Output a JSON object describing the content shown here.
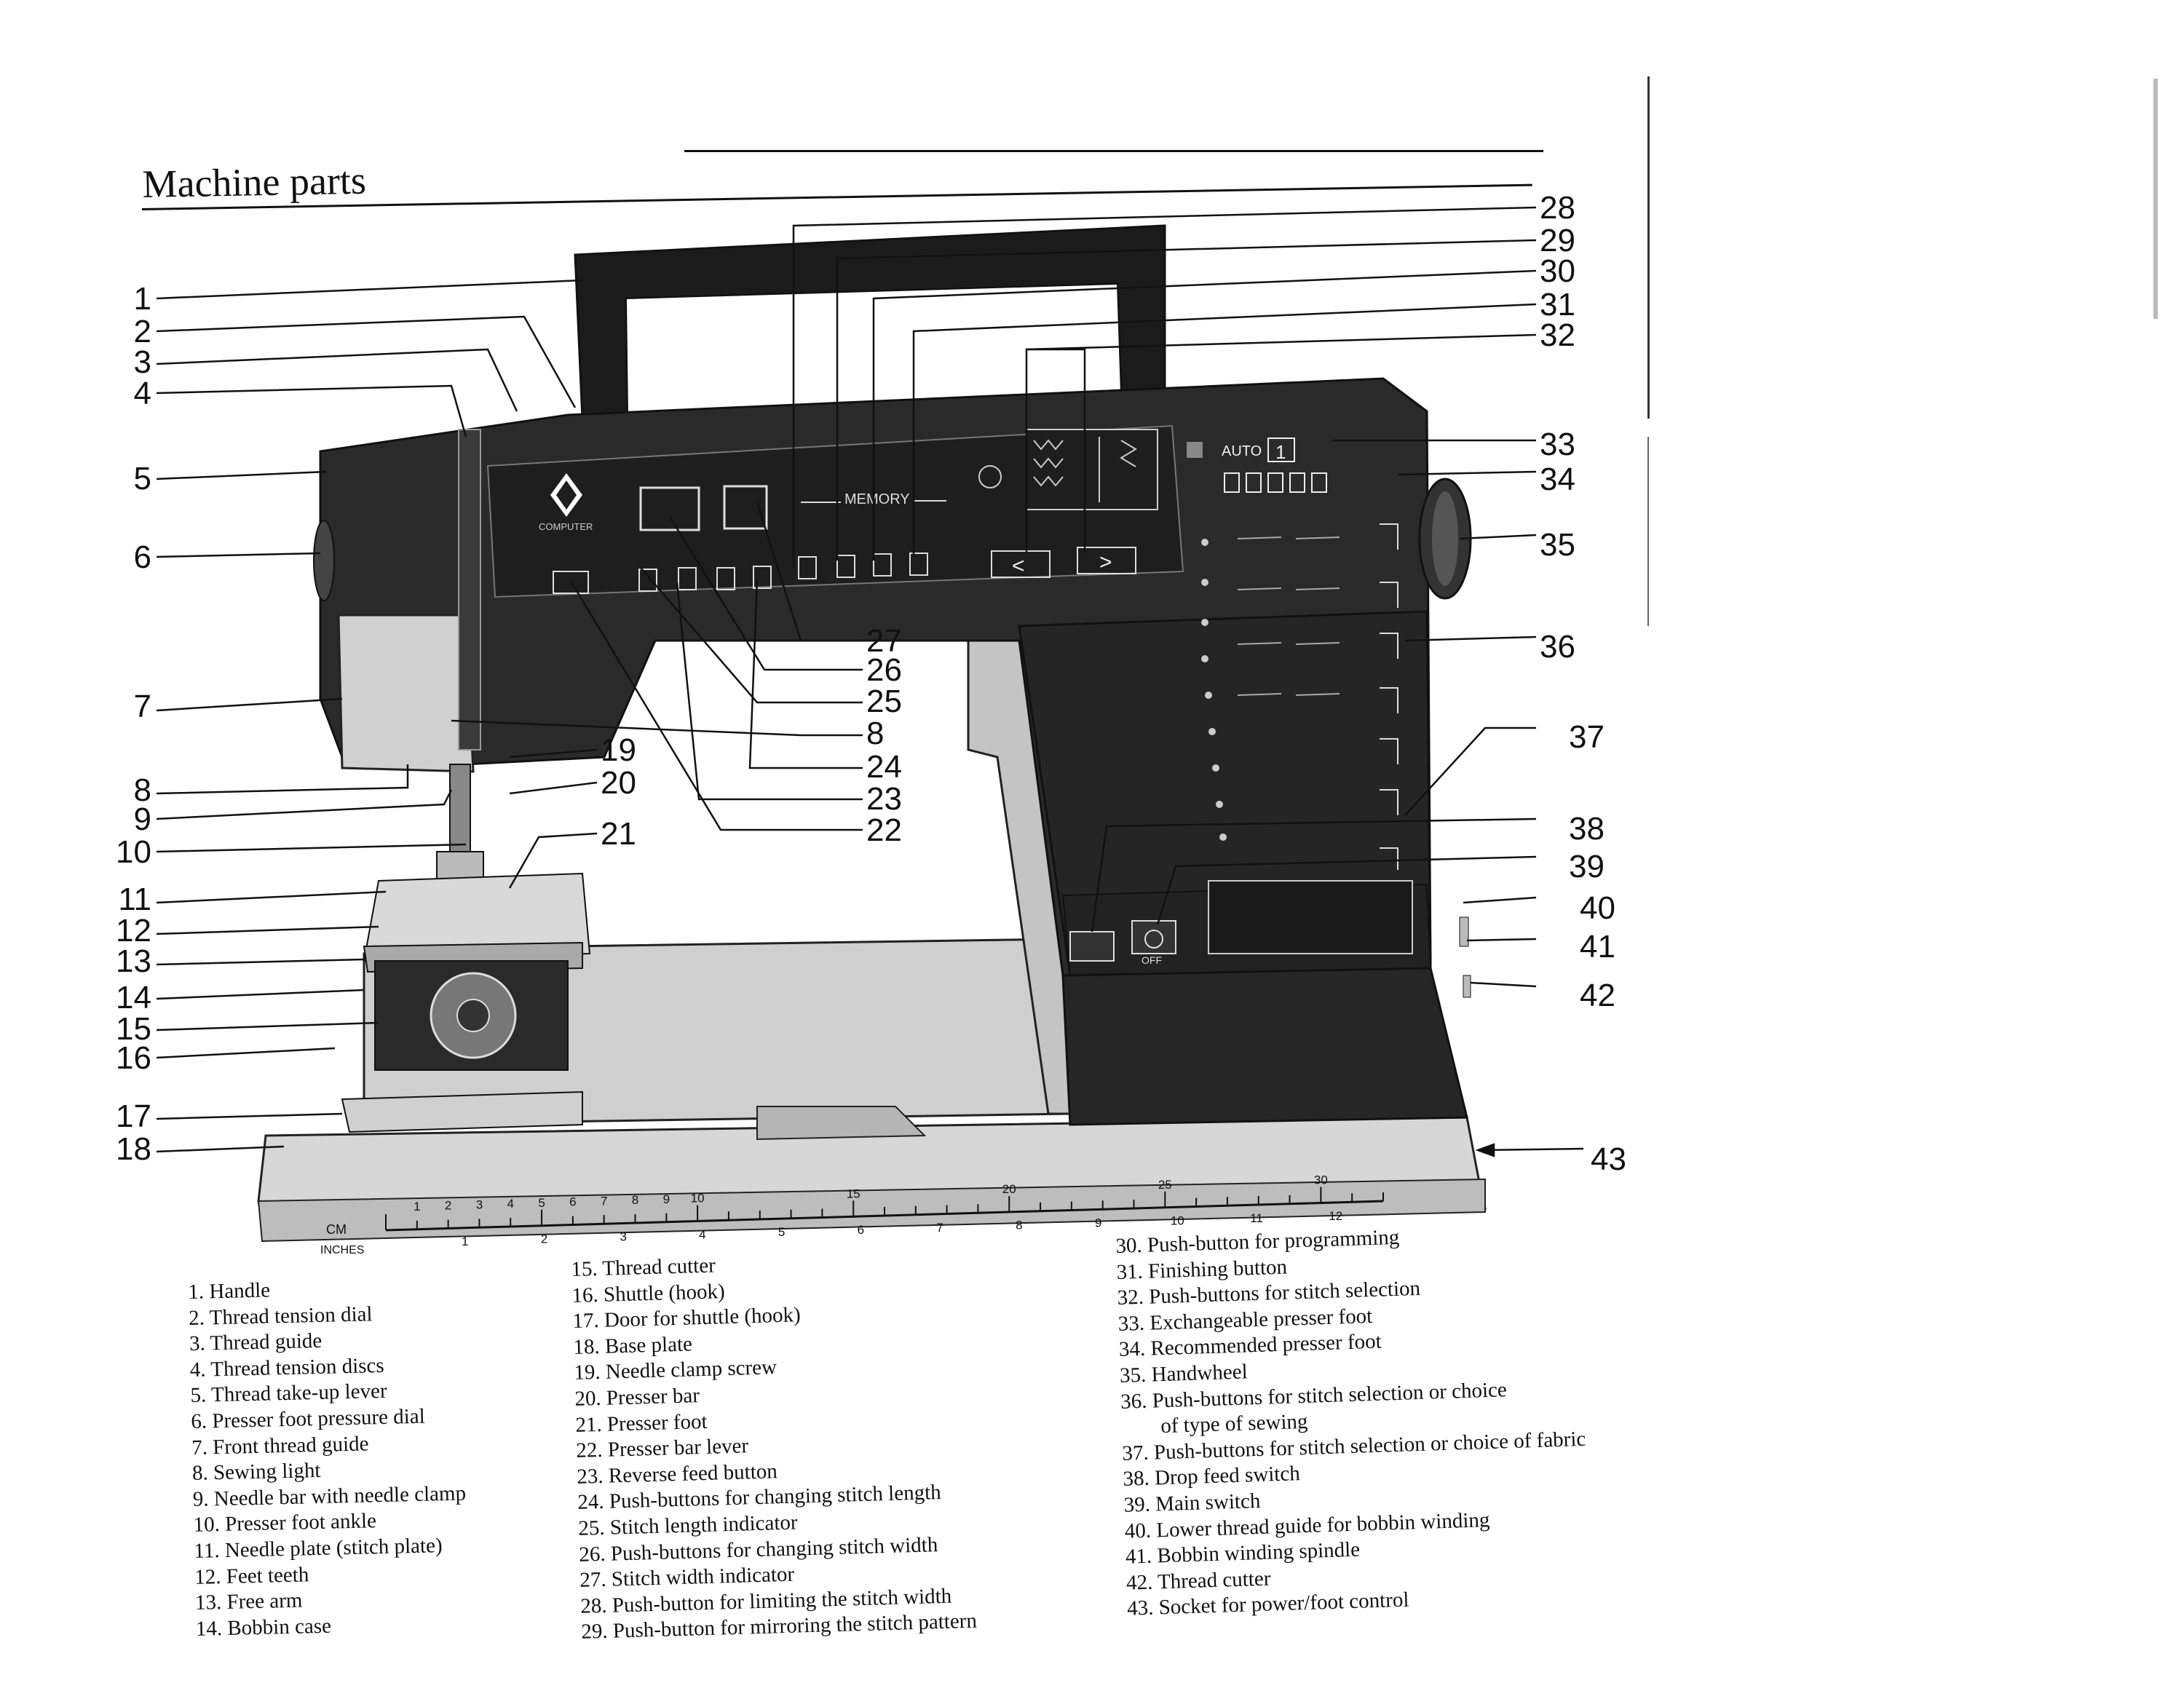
{
  "title": "Machine parts",
  "machine": {
    "logo_text": "COMPUTER",
    "memory_label": "MEMORY",
    "auto_label": "AUTO",
    "auto_number": "1",
    "off_label": "OFF",
    "ruler_cm_label": "CM",
    "ruler_inch_label": "INCHES",
    "ruler_cm_numbers": [
      "1",
      "2",
      "3",
      "4",
      "5",
      "6",
      "7",
      "8",
      "9",
      "10",
      "15",
      "20",
      "25",
      "30"
    ],
    "ruler_inch_numbers": [
      "1",
      "2",
      "3",
      "4",
      "5",
      "6",
      "7",
      "8",
      "9",
      "10",
      "11",
      "12"
    ]
  },
  "callouts_left": [
    "1",
    "2",
    "3",
    "4",
    "5",
    "6",
    "7",
    "8",
    "9",
    "10",
    "11",
    "12",
    "13",
    "14",
    "15",
    "16",
    "17",
    "18"
  ],
  "callouts_center": [
    "19",
    "20",
    "21",
    "27",
    "26",
    "25",
    "8",
    "24",
    "23",
    "22"
  ],
  "callouts_right": [
    "28",
    "29",
    "30",
    "31",
    "32",
    "33",
    "34",
    "35",
    "36",
    "37",
    "38",
    "39",
    "40",
    "41",
    "42",
    "43"
  ],
  "legend": {
    "col1": [
      "1. Handle",
      "2. Thread tension dial",
      "3. Thread guide",
      "4. Thread tension discs",
      "5. Thread take-up lever",
      "6. Presser foot pressure dial",
      "7. Front thread guide",
      "8. Sewing light",
      "9. Needle bar with needle clamp",
      "10. Presser foot ankle",
      "11. Needle plate (stitch plate)",
      "12. Feet teeth",
      "13. Free arm",
      "14. Bobbin case"
    ],
    "col2": [
      "15. Thread cutter",
      "16. Shuttle (hook)",
      "17. Door for shuttle (hook)",
      "18. Base plate",
      "19. Needle clamp screw",
      "20. Presser bar",
      "21. Presser foot",
      "22. Presser bar lever",
      "23. Reverse feed button",
      "24. Push-buttons for changing stitch length",
      "25. Stitch length indicator",
      "26. Push-buttons for changing stitch width",
      "27. Stitch width indicator",
      "28. Push-button for limiting the stitch width",
      "29. Push-button for mirroring the stitch pattern"
    ],
    "col3": [
      "30. Push-button for programming",
      "31. Finishing button",
      "32. Push-buttons for stitch selection",
      "33. Exchangeable presser foot",
      "34. Recommended presser foot",
      "35. Handwheel",
      "36. Push-buttons for stitch selection or choice",
      "of type of sewing",
      "37. Push-buttons for stitch selection or choice of fabric",
      "38. Drop feed switch",
      "39. Main switch",
      "40. Lower thread guide for bobbin winding",
      "41. Bobbin winding spindle",
      "42. Thread cutter",
      "43. Socket for power/foot control"
    ]
  }
}
